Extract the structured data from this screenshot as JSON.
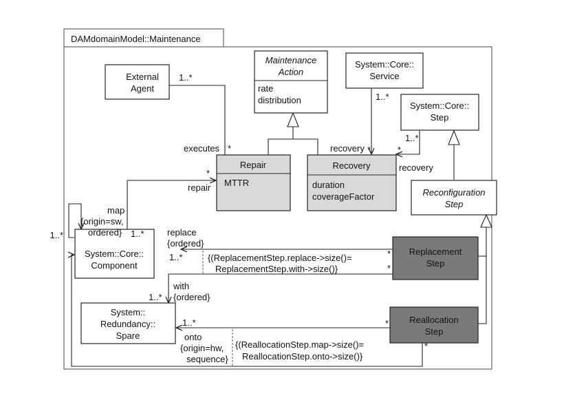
{
  "package": {
    "title": "DAMdomainModel::Maintenance"
  },
  "classes": {
    "external_agent": {
      "line1": "External",
      "line2": "Agent"
    },
    "maintenance_action": {
      "line1": "Maintenance",
      "line2": "Action",
      "attr1": "rate",
      "attr2": "distribution"
    },
    "service": {
      "line1": "System::Core::",
      "line2": "Service"
    },
    "step": {
      "line1": "System::Core::",
      "line2": "Step"
    },
    "repair": {
      "name": "Repair",
      "attr1": "MTTR"
    },
    "recovery": {
      "name": "Recovery",
      "attr1": "duration",
      "attr2": "coverageFactor"
    },
    "reconfiguration_step": {
      "line1": "Reconfiguration",
      "line2": "Step"
    },
    "component": {
      "line1": "System::Core::",
      "line2": "Component"
    },
    "replacement_step": {
      "line1": "Replacement",
      "line2": "Step"
    },
    "spare": {
      "line1": "System::",
      "line2": "Redundancy::",
      "line3": "Spare"
    },
    "reallocation_step": {
      "line1": "Reallocation",
      "line2": "Step"
    }
  },
  "labels": {
    "agent_mult": "1..*",
    "executes": "executes",
    "executes_mult": "*",
    "service_mult": "1..*",
    "step_mult": "1..*",
    "recovery_left": "recovery",
    "recovery_left_mult": "*",
    "recovery_right": "recovery",
    "recovery_right_mult": "*",
    "repair_mult": "*",
    "repair_role": "repair",
    "map_line1": "map",
    "map_line2": "{origin=sw,",
    "map_line3": "ordered}",
    "map_mult": "1..*",
    "self_mult": "1..*",
    "replace_line1": "replace",
    "replace_line2": "{ordered}",
    "replace_mult": "1..*",
    "replacement_mult_top": "*",
    "replacement_mult_bottom": "*",
    "constraint1_line1": "{(ReplacementStep.replace->size()=",
    "constraint1_line2": "ReplacementStep.with->size()}",
    "with_line1": "with",
    "with_line2": "{ordered}",
    "with_mult": "1..*",
    "onto_mult": "1..*",
    "onto_line1": "onto",
    "onto_line2": "{origin=hw,",
    "onto_line3": "sequence}",
    "reallocation_mult_top": "*",
    "reallocation_mult_bottom": "*",
    "constraint2_line1": "{(ReallocationStep.map->size()=",
    "constraint2_line2": "ReallocationStep.onto->size()}"
  },
  "colors": {
    "light_fill": "#d9d9d9",
    "dark_fill": "#7a7a7a",
    "line": "#222222"
  }
}
